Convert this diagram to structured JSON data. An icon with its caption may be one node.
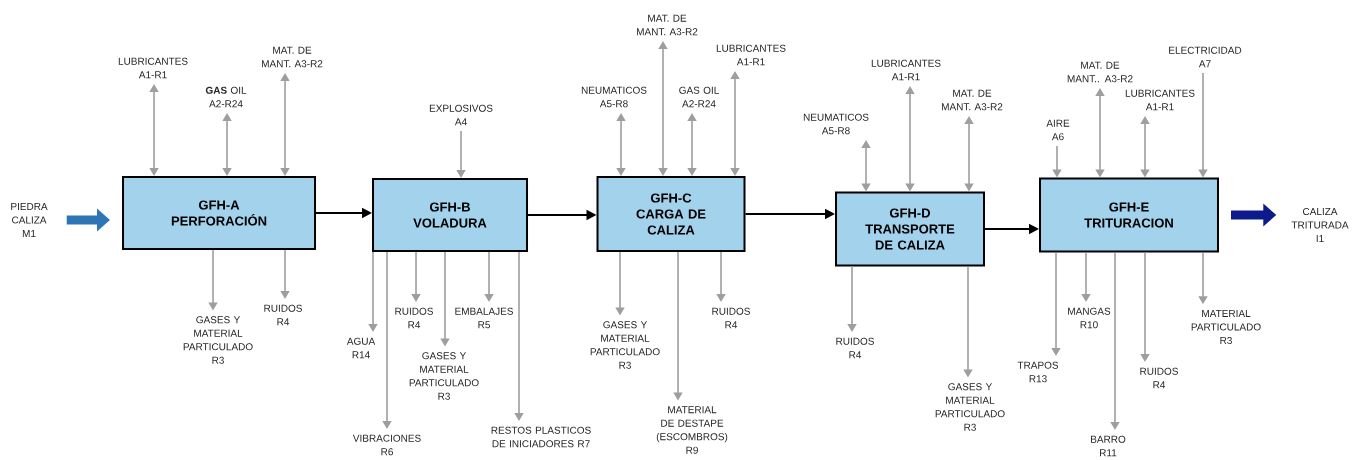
{
  "diagram": {
    "nodes": [
      {
        "text": [
          "PIEDRA CALIZA M1"
        ]
      },
      {
        "text": [
          "GFH-A",
          "PERFORACIÓN"
        ]
      },
      {
        "text": [
          "LUBRICANTES A1-R1"
        ]
      },
      {
        "text": [
          "**GAS** OIL A2-R24"
        ]
      },
      {
        "text": [
          "MAT. DE MANT. A3-R2"
        ]
      },
      {
        "text": [
          "GASES Y MATERIAL PARTICULADO R3"
        ]
      },
      {
        "text": [
          "RUIDOS R4"
        ]
      },
      {
        "text": [
          "GFH-B",
          "VOLADURA"
        ]
      },
      {
        "text": [
          "EXPLOSIVOS A4"
        ]
      },
      {
        "text": [
          "AGUA R14"
        ]
      },
      {
        "text": [
          "VIBRACIONES R6"
        ]
      },
      {
        "text": [
          "RUIDOS R4"
        ]
      },
      {
        "text": [
          "GASES Y MATERIAL PARTICULADO R3"
        ]
      },
      {
        "text": [
          "EMBALAJES R5"
        ]
      },
      {
        "text": [
          "RESTOS PLASTICOS DE INICIADORES R7"
        ]
      },
      {
        "text": [
          "GFH-C",
          "CARGA DE CALIZA"
        ]
      },
      {
        "text": [
          "NEUMATICOS A5-R8"
        ]
      },
      {
        "text": [
          "MAT. DE MANT. A3-R2"
        ]
      },
      {
        "text": [
          "GAS OIL A2-R24"
        ]
      },
      {
        "text": [
          "LUBRICANTES A1-R1"
        ]
      },
      {
        "text": [
          "GASES Y MATERIAL PARTICULADO R3"
        ]
      },
      {
        "text": [
          "MATERIAL DE DESTAPE (ESCOMBROS) R9"
        ]
      },
      {
        "text": [
          "RUIDOS R4"
        ]
      },
      {
        "text": [
          "GFH-D",
          "TRANSPORTE DE CALIZA"
        ]
      },
      {
        "text": [
          "NEUMATICOS A5-R8"
        ]
      },
      {
        "text": [
          "LUBRICANTES A1-R1"
        ]
      },
      {
        "text": [
          "MAT. DE MANT. A3-R2"
        ]
      },
      {
        "text": [
          "RUIDOS R4"
        ]
      },
      {
        "text": [
          "GASES Y MATERIAL PARTICULADO R3"
        ]
      },
      {
        "text": [
          "GFH-E",
          "TRITURACION"
        ]
      },
      {
        "text": [
          "AIRE A6"
        ]
      },
      {
        "text": [
          "MAT. DE MANT.. A3-R2"
        ]
      },
      {
        "text": [
          "LUBRICANTES A1-R1"
        ]
      },
      {
        "text": [
          "ELECTRICIDAD A7"
        ]
      },
      {
        "text": [
          "TRAPOS R13"
        ]
      },
      {
        "text": [
          "MANGAS R10"
        ]
      },
      {
        "text": [
          "BARRO R11"
        ]
      },
      {
        "text": [
          "RUIDOS R4"
        ]
      },
      {
        "text": [
          "MATERIAL PARTICULADO R3"
        ]
      },
      {
        "text": [
          "CALIZA TRITURADA I1"
        ]
      }
    ],
    "edges": [
      {
        "from": 0,
        "to": 1,
        "arrow": "to",
        "style": "thick",
        "color": "#2e75b6"
      },
      {
        "from": 1,
        "to": 7,
        "arrow": "to",
        "color": "#000000"
      },
      {
        "from": 7,
        "to": 15,
        "arrow": "to",
        "color": "#000000"
      },
      {
        "from": 15,
        "to": 23,
        "arrow": "to",
        "color": "#000000"
      },
      {
        "from": 23,
        "to": 29,
        "arrow": "to",
        "color": "#000000"
      },
      {
        "from": 29,
        "to": 39,
        "arrow": "to",
        "style": "thick",
        "color": "#0d1a8c"
      },
      {
        "from": 2,
        "to": 1,
        "arrow": "both"
      },
      {
        "from": 3,
        "to": 1,
        "arrow": "both"
      },
      {
        "from": 4,
        "to": 1,
        "arrow": "both"
      },
      {
        "from": 1,
        "to": 5,
        "arrow": "to"
      },
      {
        "from": 1,
        "to": 6,
        "arrow": "to"
      },
      {
        "from": 8,
        "to": 7,
        "arrow": "to"
      },
      {
        "from": 7,
        "to": 9,
        "arrow": "to"
      },
      {
        "from": 7,
        "to": 10,
        "arrow": "to"
      },
      {
        "from": 7,
        "to": 11,
        "arrow": "to"
      },
      {
        "from": 7,
        "to": 12,
        "arrow": "to"
      },
      {
        "from": 7,
        "to": 13,
        "arrow": "to"
      },
      {
        "from": 7,
        "to": 14,
        "arrow": "to"
      },
      {
        "from": 16,
        "to": 15,
        "arrow": "both"
      },
      {
        "from": 17,
        "to": 15,
        "arrow": "both"
      },
      {
        "from": 18,
        "to": 15,
        "arrow": "both"
      },
      {
        "from": 19,
        "to": 15,
        "arrow": "both"
      },
      {
        "from": 15,
        "to": 20,
        "arrow": "to"
      },
      {
        "from": 15,
        "to": 21,
        "arrow": "to"
      },
      {
        "from": 15,
        "to": 22,
        "arrow": "to"
      },
      {
        "from": 24,
        "to": 23,
        "arrow": "both"
      },
      {
        "from": 25,
        "to": 23,
        "arrow": "both"
      },
      {
        "from": 26,
        "to": 23,
        "arrow": "both"
      },
      {
        "from": 23,
        "to": 27,
        "arrow": "to"
      },
      {
        "from": 23,
        "to": 28,
        "arrow": "to"
      },
      {
        "from": 30,
        "to": 29,
        "arrow": "to"
      },
      {
        "from": 31,
        "to": 29,
        "arrow": "both"
      },
      {
        "from": 32,
        "to": 29,
        "arrow": "both"
      },
      {
        "from": 33,
        "to": 29,
        "arrow": "to"
      },
      {
        "from": 29,
        "to": 34,
        "arrow": "to"
      },
      {
        "from": 29,
        "to": 35,
        "arrow": "to"
      },
      {
        "from": 29,
        "to": 36,
        "arrow": "to"
      },
      {
        "from": 29,
        "to": 37,
        "arrow": "to"
      },
      {
        "from": 29,
        "to": 38,
        "arrow": "to"
      }
    ]
  }
}
